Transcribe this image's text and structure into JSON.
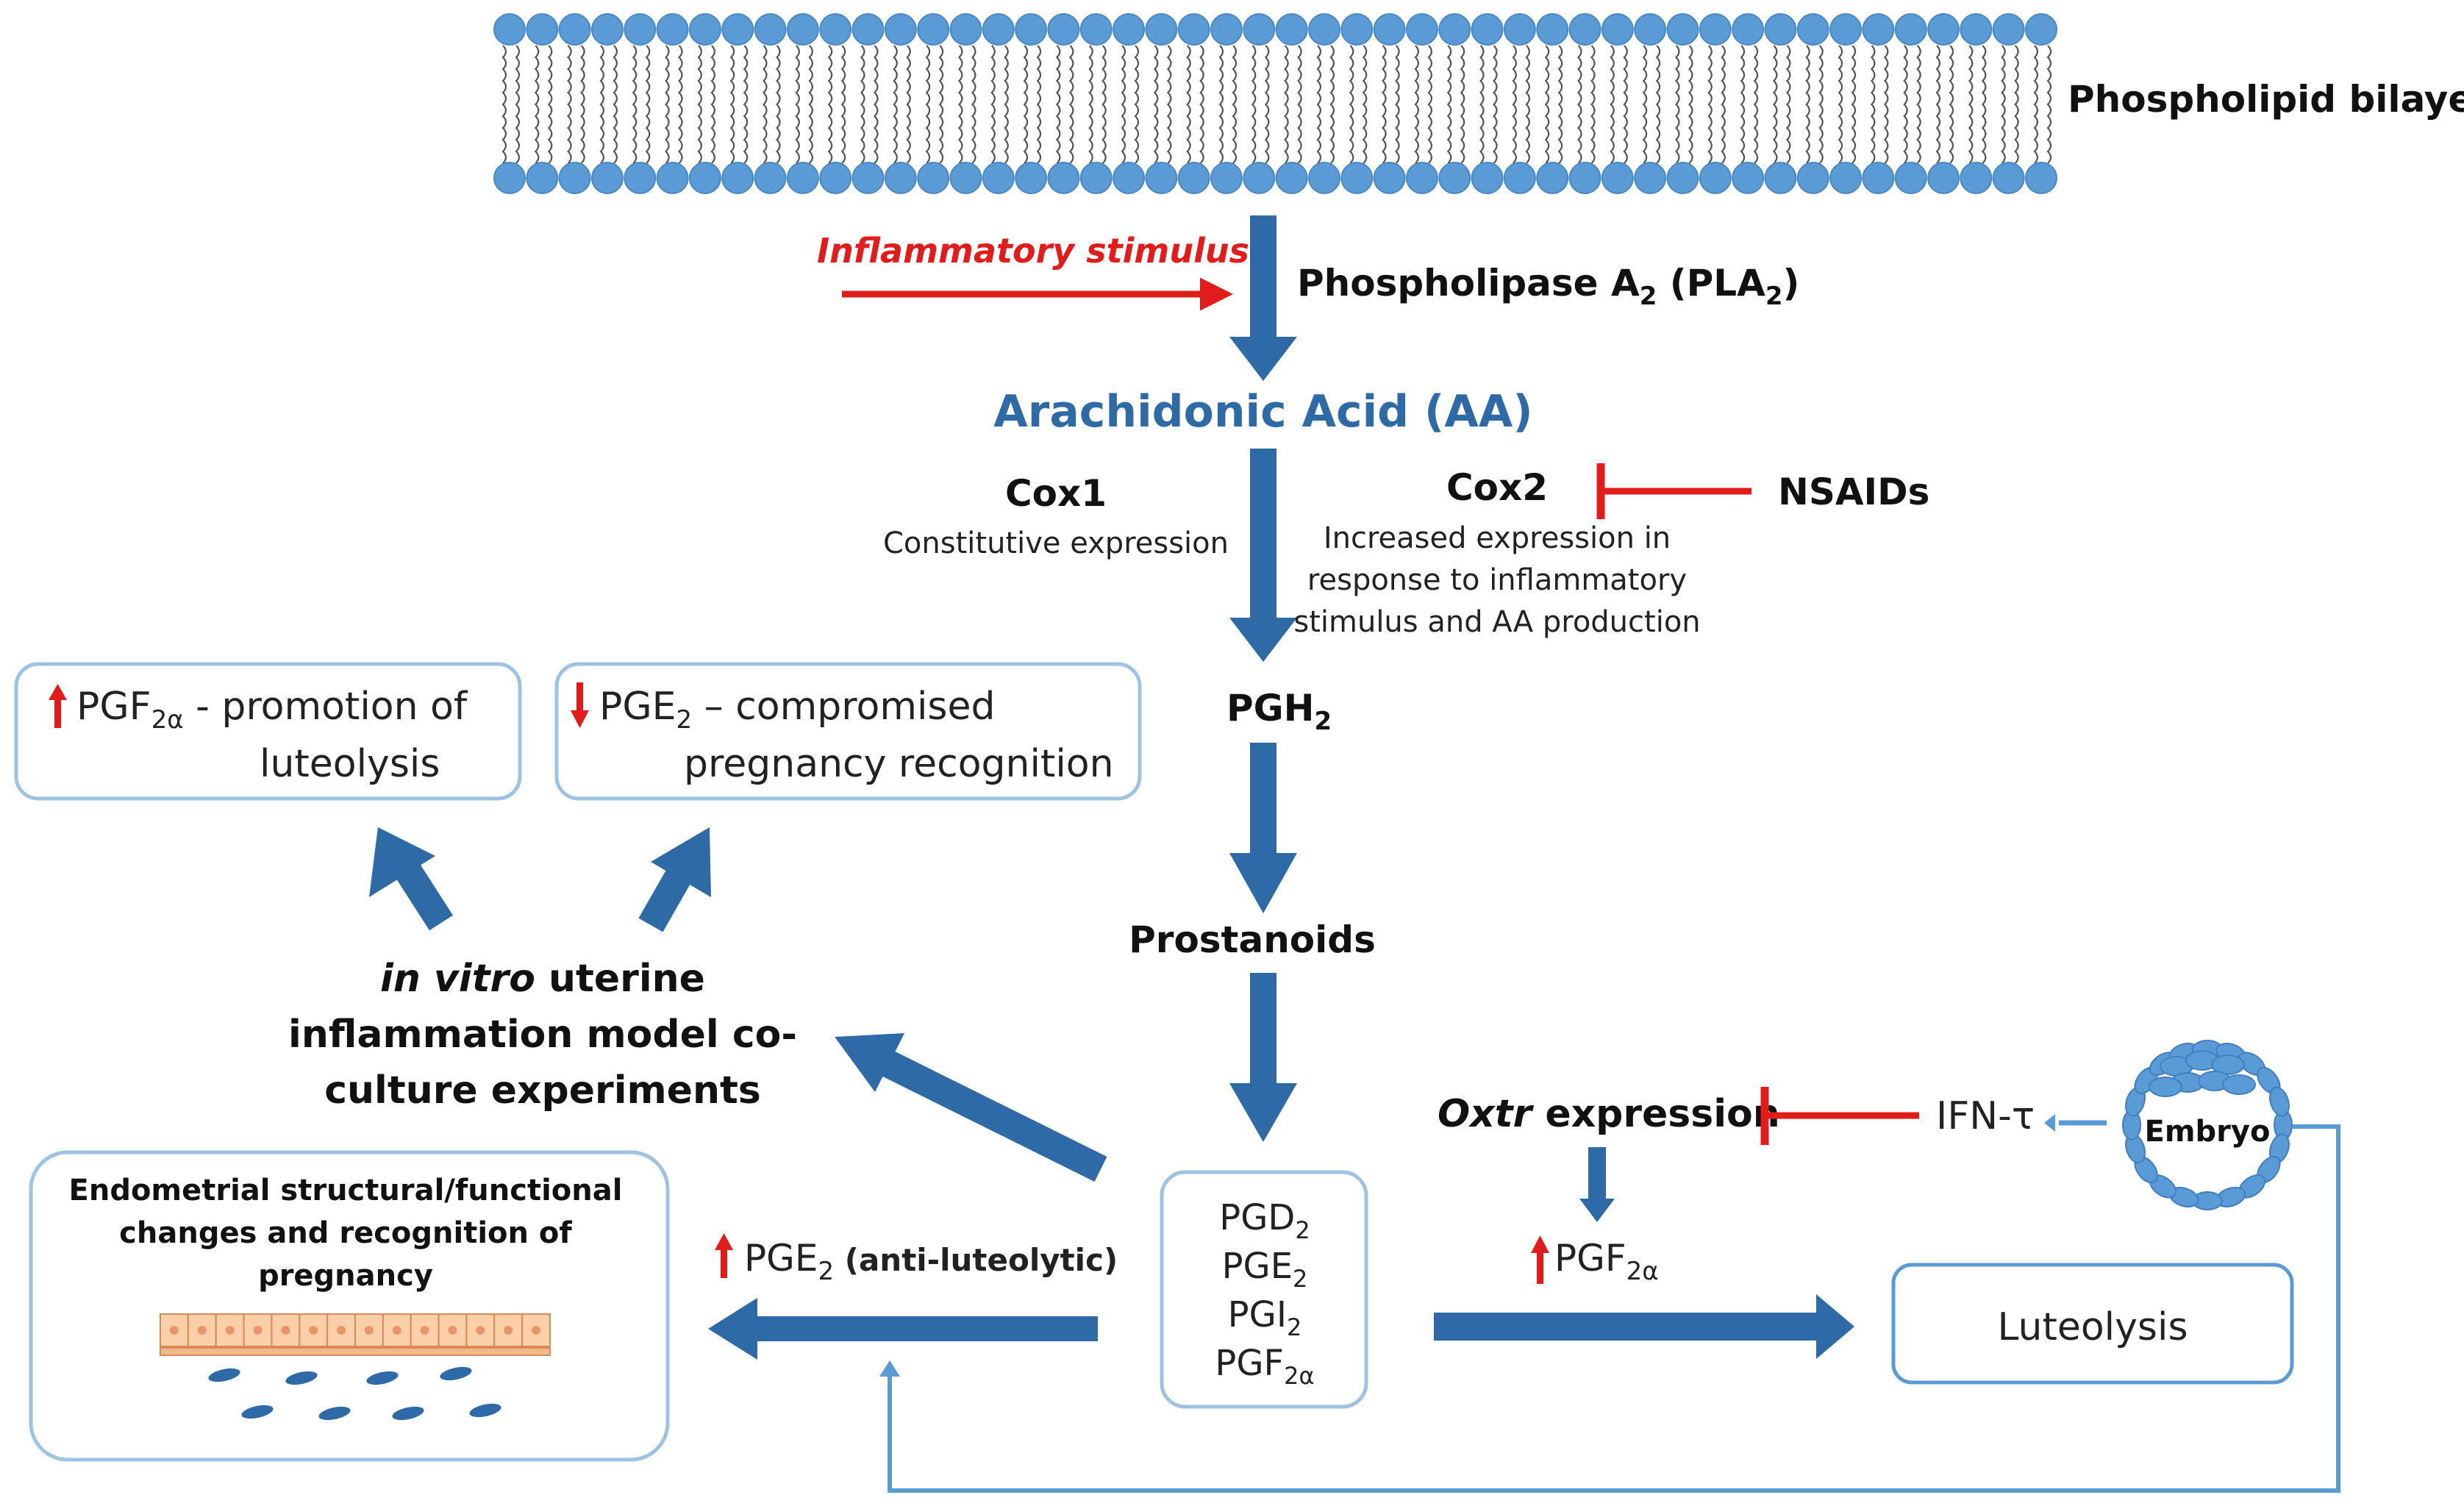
{
  "membrane": {
    "label": "Phospholipid  bilayer"
  },
  "enzymes": {
    "stimulus": "Inflammatory stimulus",
    "pla2": {
      "text": "Phospholipase  A",
      "sub1": "2",
      "mid": " (PLA",
      "sub2": "2",
      "end": ")"
    },
    "cox1": "Cox1",
    "cox1_note": "Constitutive expression",
    "cox2": "Cox2",
    "cox2_note": [
      "Increased expression in",
      "response to inflammatory",
      "stimulus and AA production"
    ],
    "nsaids": "NSAIDs"
  },
  "pathway": {
    "aa": "Arachidonic Acid (AA)",
    "pgh": {
      "text": "PGH",
      "sub": "2"
    },
    "prostanoids": "Prostanoids",
    "products": [
      {
        "text": "PGD",
        "sub": "2"
      },
      {
        "text": "PGE",
        "sub": "2"
      },
      {
        "text": "PGI",
        "sub": "2"
      },
      {
        "text": "PGF",
        "sub": "2α"
      }
    ]
  },
  "invitro": {
    "line1_italic": "in vitro",
    "line1_rest": " uterine",
    "line2": "inflammation  model co-",
    "line3": "culture experiments"
  },
  "outcomes": {
    "pgf_box": {
      "pre": "PGF",
      "sub": "2α",
      "post": " - promotion of",
      "line2": "luteolysis"
    },
    "pge_box": {
      "pre": "PGE",
      "sub": "2",
      "post": " – compromised",
      "line2": "pregnancy recognition"
    }
  },
  "endometrium": {
    "lines": [
      "Endometrial structural/functional",
      "changes and recognition of",
      "pregnancy"
    ],
    "pge": {
      "pre": "PGE",
      "sub": "2",
      "post": " (anti-luteolytic)"
    }
  },
  "luteolysis_branch": {
    "oxtr_italic": "Oxtr",
    "oxtr_rest": " expression",
    "ifn": "IFN-τ",
    "embryo": "Embryo",
    "pgf": {
      "pre": "PGF",
      "sub": "2α"
    },
    "luteolysis": "Luteolysis"
  },
  "colors": {
    "arrow_blue": "#2e6aa5",
    "inhibit_red": "#e21b1b",
    "box_border": "#9ec3e2",
    "membrane_head": "#5b9bd5"
  }
}
